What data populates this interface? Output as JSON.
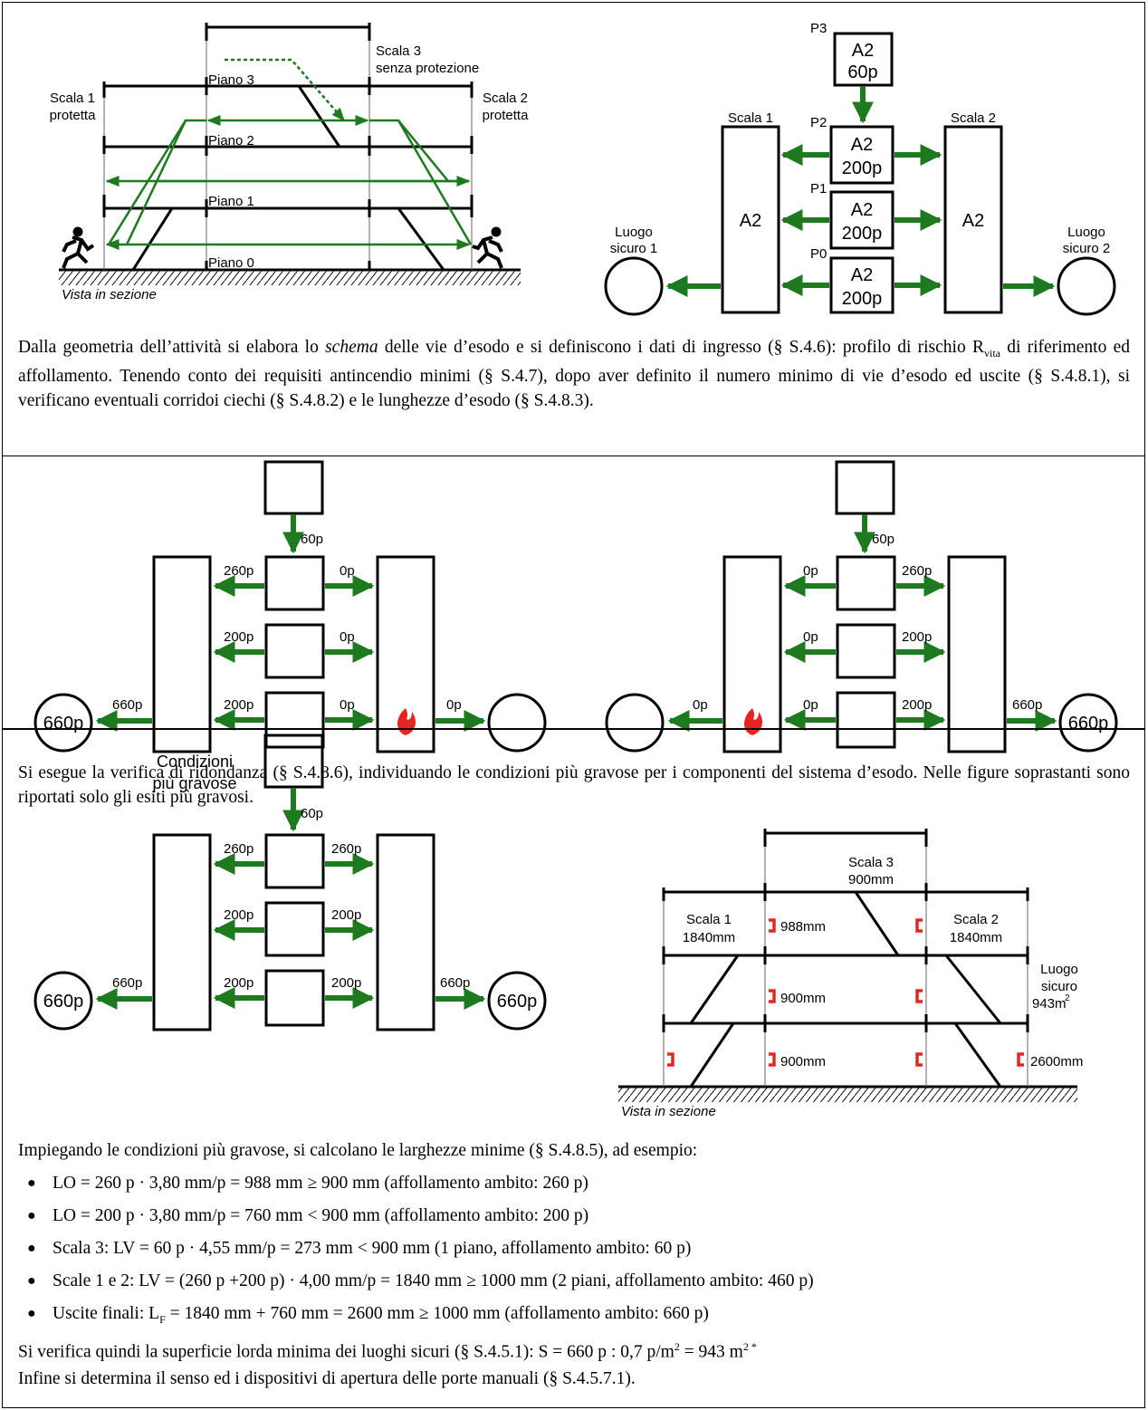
{
  "section1": {
    "left_diagram": {
      "labels": {
        "scala1": [
          "Scala 1",
          "protetta"
        ],
        "scala2": [
          "Scala 2",
          "protetta"
        ],
        "scala3": [
          "Scala 3",
          "senza protezione"
        ],
        "piano3": "Piano 3",
        "piano2": "Piano 2",
        "piano1": "Piano 1",
        "piano0": "Piano 0",
        "caption": "Vista in sezione"
      }
    },
    "right_diagram": {
      "levels": {
        "p3": "P3",
        "p2": "P2",
        "p1": "P1",
        "p0": "P0"
      },
      "scala1": "Scala 1",
      "scala2": "Scala 2",
      "stair_profile": "A2",
      "rooms": {
        "p3": [
          "A2",
          "60p"
        ],
        "p2": [
          "A2",
          "200p"
        ],
        "p1": [
          "A2",
          "200p"
        ],
        "p0": [
          "A2",
          "200p"
        ]
      },
      "safe1": [
        "Luogo",
        "sicuro 1"
      ],
      "safe2": [
        "Luogo",
        "sicuro 2"
      ]
    },
    "text": {
      "t1": "Dalla geometria dell’attività si elabora lo ",
      "t1_em": "schema",
      "t2": " delle vie d’esodo e si definiscono i dati di ingresso (§ S.4.6): profilo di rischio R",
      "t2_sub": "vita",
      "t3": " di riferimento ed affollamento. Tenendo conto dei requisiti antincendio minimi (§ S.4.7), dopo aver definito il numero minimo di vie d’esodo ed uscite (§ S.4.8.1), si verificano eventuali corridoi ciechi (§ S.4.8.2) e le lunghezze d’esodo (§ S.4.8.3)."
    }
  },
  "section2": {
    "left": {
      "top": "60p",
      "p2": [
        "260p",
        "0p"
      ],
      "p1": [
        "200p",
        "0p"
      ],
      "p0": [
        "200p",
        "0p"
      ],
      "out_left": "660p",
      "out_right": "0p",
      "safe_left": "660p",
      "safe_right": ""
    },
    "right": {
      "top": "60p",
      "p2": [
        "0p",
        "260p"
      ],
      "p1": [
        "0p",
        "200p"
      ],
      "p0": [
        "0p",
        "200p"
      ],
      "out_left": "0p",
      "out_right": "660p",
      "safe_left": "",
      "safe_right": "660p"
    },
    "text": "Si esegue la verifica di ridondanza (§ S.4.8.6), individuando le condizioni più gravose per i componenti del sistema d’esodo. Nelle figure soprastanti sono riportati solo gli esiti più gravosi."
  },
  "section3": {
    "left": {
      "title": [
        "Condizioni",
        "più gravose"
      ],
      "top": "60p",
      "p2": [
        "260p",
        "260p"
      ],
      "p1": [
        "200p",
        "200p"
      ],
      "p0": [
        "200p",
        "200p"
      ],
      "out_left": "660p",
      "out_right": "660p",
      "safe_left": "660p",
      "safe_right": "660p"
    },
    "right": {
      "scala3": [
        "Scala 3",
        "900mm"
      ],
      "scala1": [
        "Scala 1",
        "1840mm"
      ],
      "scala2": [
        "Scala 2",
        "1840mm"
      ],
      "w1": "988mm",
      "w2": "900mm",
      "w3": "900mm",
      "w_exit": "2600mm",
      "luogo": [
        "Luogo",
        "sicuro"
      ],
      "area": "943m",
      "area_sup": "2",
      "caption": "Vista in sezione"
    },
    "intro": "Impiegando le condizioni più gravose, si calcolano le larghezze minime (§ S.4.8.5), ad esempio:",
    "bullets": [
      "LO = 260 p · 3,80 mm/p = 988 mm ≥ 900 mm (affollamento ambito: 260 p)",
      "LO = 200 p · 3,80 mm/p = 760 mm < 900 mm (affollamento ambito: 200 p)",
      "Scala 3: LV = 60 p · 4,55 mm/p = 273 mm < 900 mm (1 piano, affollamento ambito: 60 p)",
      "Scale 1 e 2: LV = (260 p +200 p) · 4,00 mm/p = 1840 mm ≥ 1000 mm (2 piani, affollamento ambito: 460 p)"
    ],
    "bullet5": {
      "a": "Uscite finali: L",
      "sub": "F",
      "b": " = 1840 mm + 760 mm = 2600 mm ≥ 1000 mm (affollamento ambito: 660 p)"
    },
    "line1": {
      "a": "Si verifica quindi la superficie lorda minima dei luoghi sicuri (§ S.4.5.1): S = 660 p : 0,7 p/m",
      "sup1": "2",
      "b": " = 943 m",
      "sup2": "2",
      "c": " *"
    },
    "line2": "Infine si determina il senso ed i dispositivi di apertura delle porte manuali (§ S.4.5.7.1)."
  }
}
